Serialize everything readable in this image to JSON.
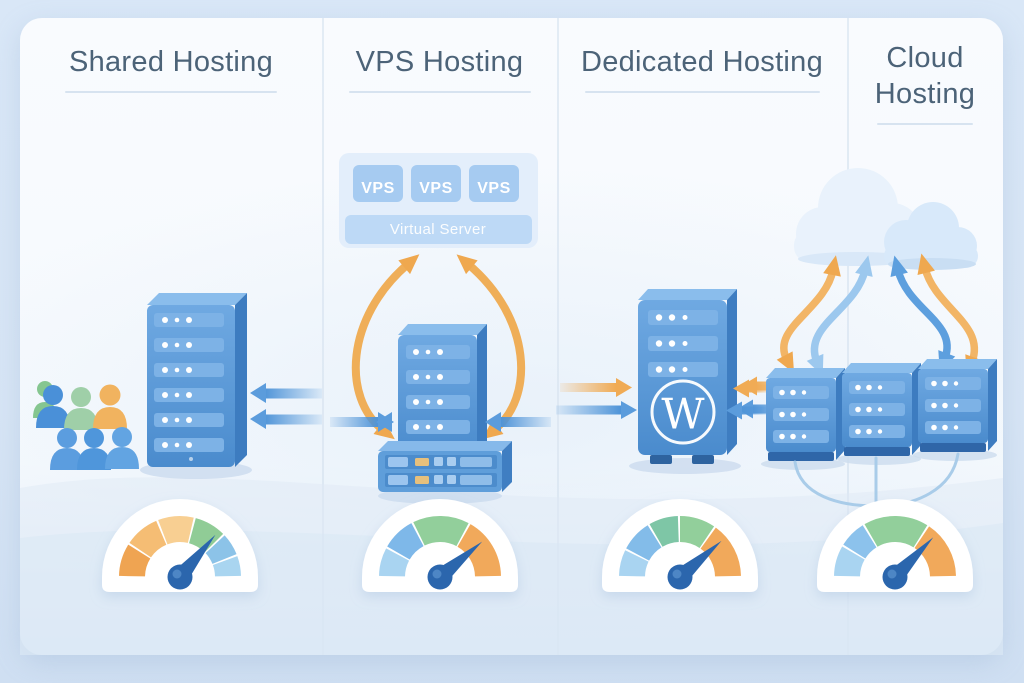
{
  "columns": [
    {
      "title": "Shared Hosting",
      "icons": [
        "user-group-icon",
        "server-tower-icon",
        "inbound-arrows-icon",
        "performance-gauge-icon"
      ]
    },
    {
      "title": "VPS Hosting",
      "icons": [
        "vps-partition-panel-icon",
        "server-stack-icon",
        "scale-arrows-icon",
        "performance-gauge-icon"
      ]
    },
    {
      "title": "Dedicated Hosting",
      "icons": [
        "dedicated-server-icon",
        "inbound-arrows-icon",
        "performance-gauge-icon"
      ]
    },
    {
      "title": "Cloud Hosting",
      "icons": [
        "cloud-icon",
        "sync-arrows-icon",
        "server-cluster-icon",
        "performance-gauge-icon"
      ]
    }
  ],
  "vps_panel": {
    "boxes": [
      "VPS",
      "VPS",
      "VPS"
    ],
    "bar_label": "Virtual Server"
  },
  "dedicated": {
    "logo_letter": "W"
  },
  "palette": {
    "page_background": "#d8e5f4",
    "card_background": "#f7fafd",
    "heading_text": "#4c6378",
    "divider": "#dde7f2",
    "server_blue": "#5796d6",
    "server_blue_light": "#8abdec",
    "server_blue_dark": "#3d7cc0",
    "accent_orange": "#f0ab55",
    "accent_blue": "#5b9cdc",
    "accent_light_blue": "#9cc8ee",
    "user_green": "#9fcfa8",
    "user_orange": "#f1b35f",
    "cloud_fill": "#e9f2fc",
    "gauge_needle": "#2b66ad",
    "gauge_green": "#92cf9b",
    "gauge_orange": "#f1a95b",
    "gauge_light_blue": "#a9d4f1"
  },
  "gauges": [
    {
      "column": "shared",
      "needle_deg": 50,
      "segments": [
        {
          "from": 180,
          "to": 147,
          "color": "#efa452"
        },
        {
          "from": 147,
          "to": 112,
          "color": "#f5bd74"
        },
        {
          "from": 112,
          "to": 76,
          "color": "#f8cf92"
        },
        {
          "from": 76,
          "to": 44,
          "color": "#90cc96"
        },
        {
          "from": 44,
          "to": 21,
          "color": "#8cc3e8"
        },
        {
          "from": 21,
          "to": 0,
          "color": "#a9d5f0"
        }
      ]
    },
    {
      "column": "vps",
      "needle_deg": 40,
      "segments": [
        {
          "from": 180,
          "to": 151,
          "color": "#a9d4f1"
        },
        {
          "from": 151,
          "to": 117,
          "color": "#7eb8e9"
        },
        {
          "from": 117,
          "to": 61,
          "color": "#92cf9b"
        },
        {
          "from": 61,
          "to": 0,
          "color": "#f1a95b"
        }
      ]
    },
    {
      "column": "dedicated",
      "needle_deg": 41,
      "segments": [
        {
          "from": 180,
          "to": 153,
          "color": "#a9d4f1"
        },
        {
          "from": 153,
          "to": 121,
          "color": "#83bce9"
        },
        {
          "from": 121,
          "to": 91,
          "color": "#7ec6a6"
        },
        {
          "from": 91,
          "to": 55,
          "color": "#92cf9b"
        },
        {
          "from": 55,
          "to": 0,
          "color": "#f1a95b"
        }
      ]
    },
    {
      "column": "cloud",
      "needle_deg": 46,
      "segments": [
        {
          "from": 180,
          "to": 149,
          "color": "#a9d4f1"
        },
        {
          "from": 149,
          "to": 121,
          "color": "#8cc2ec"
        },
        {
          "from": 121,
          "to": 57,
          "color": "#92cf9b"
        },
        {
          "from": 57,
          "to": 0,
          "color": "#f1a95b"
        }
      ]
    }
  ]
}
